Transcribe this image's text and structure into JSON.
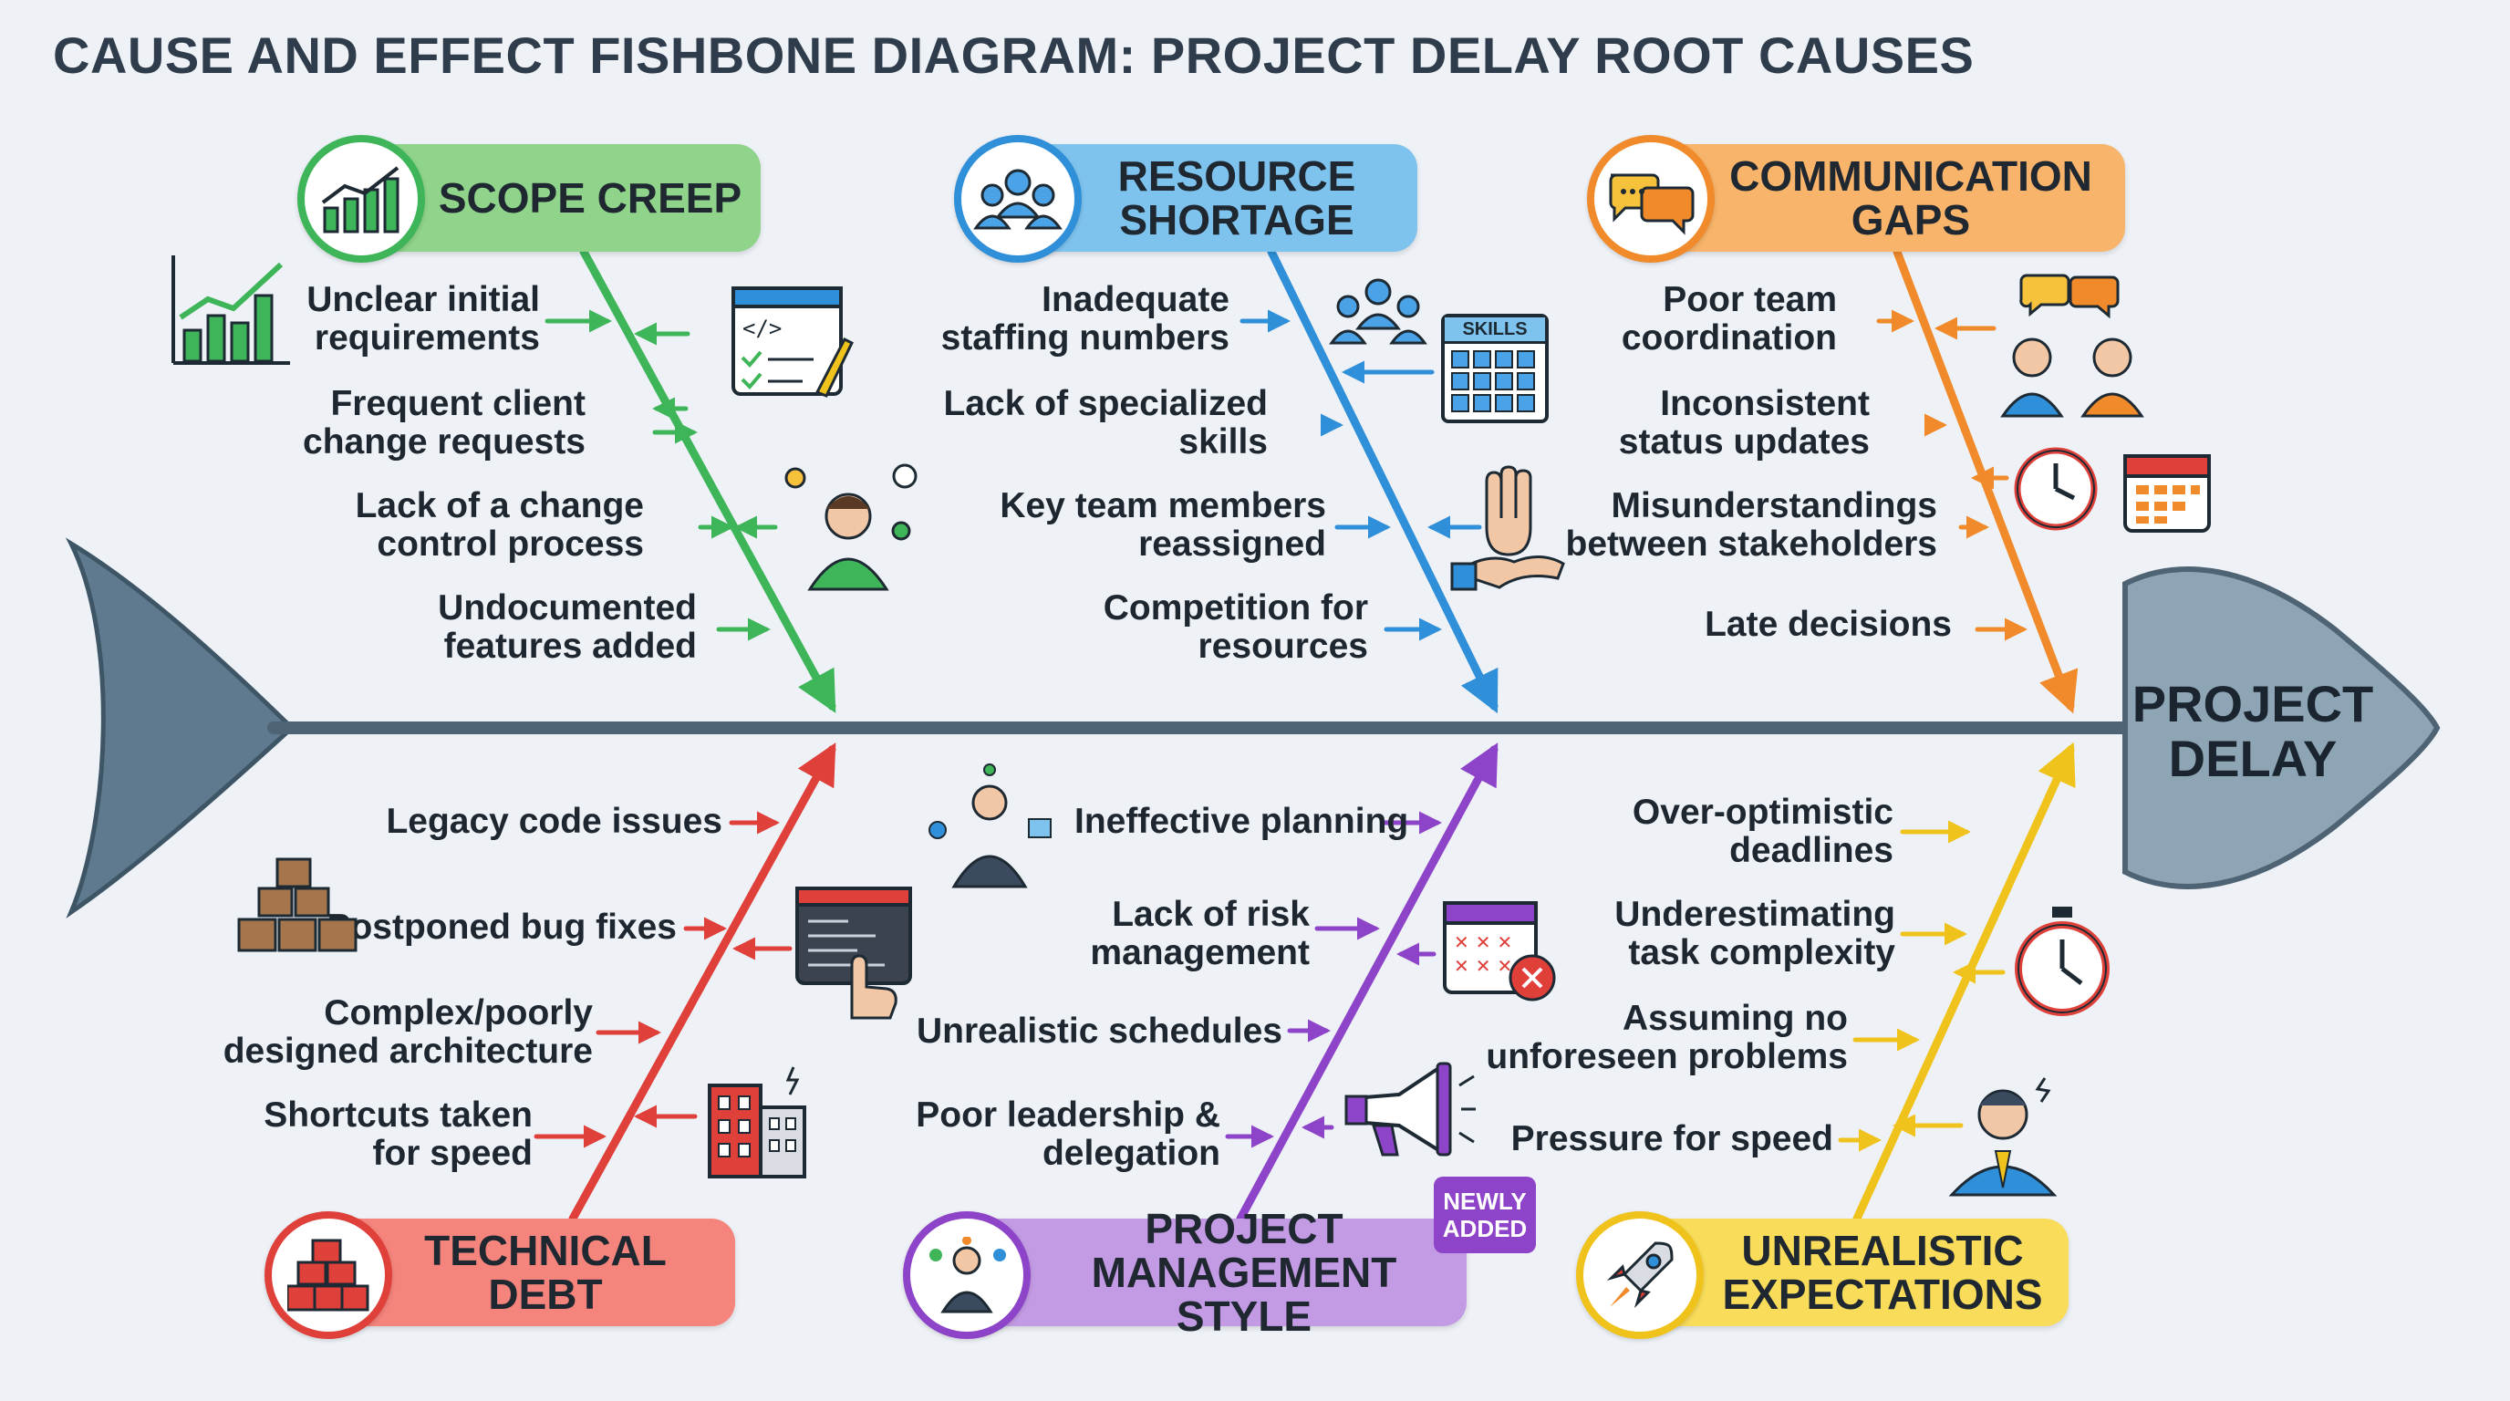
{
  "title": "CAUSE AND EFFECT FISHBONE DIAGRAM: PROJECT DELAY ROOT CAUSES",
  "effect": "PROJECT\nDELAY",
  "badge": "NEWLY\nADDED",
  "categories": [
    {
      "label": "SCOPE CREEP",
      "color": "#8fd48a",
      "bone": "#3fb55a",
      "icon": "growth-chart-icon",
      "causes": [
        "Unclear initial\nrequirements",
        "Frequent client\nchange requests",
        "Lack of a change\ncontrol process",
        "Undocumented\nfeatures added"
      ]
    },
    {
      "label": "RESOURCE\nSHORTAGE",
      "color": "#7ec3ee",
      "bone": "#2f8fd8",
      "icon": "team-icon",
      "causes": [
        "Inadequate\nstaffing numbers",
        "Lack of specialized\nskills",
        "Key team members\nreassigned",
        "Competition for\nresources"
      ]
    },
    {
      "label": "COMMUNICATION\nGAPS",
      "color": "#f7b46a",
      "bone": "#f08a2a",
      "icon": "chat-bubbles-icon",
      "causes": [
        "Poor team\ncoordination",
        "Inconsistent\nstatus updates",
        "Misunderstandings\nbetween stakeholders",
        "Late decisions"
      ]
    },
    {
      "label": "TECHNICAL\nDEBT",
      "color": "#f4847c",
      "bone": "#e0403a",
      "icon": "stacked-boxes-icon",
      "causes": [
        "Legacy code issues",
        "Postponed bug fixes",
        "Complex/poorly\ndesigned architecture",
        "Shortcuts taken\nfor speed"
      ]
    },
    {
      "label": "PROJECT\nMANAGEMENT STYLE",
      "color": "#c39be4",
      "bone": "#8e44c8",
      "icon": "manager-icon",
      "causes": [
        "Ineffective planning",
        "Lack of risk\nmanagement",
        "Unrealistic schedules",
        "Poor leadership &\ndelegation"
      ]
    },
    {
      "label": "UNREALISTIC\nEXPECTATIONS",
      "color": "#f8dc5a",
      "bone": "#f0c21c",
      "icon": "rocket-icon",
      "causes": [
        "Over-optimistic\ndeadlines",
        "Underestimating\ntask complexity",
        "Assuming no\nunforeseen problems",
        "Pressure for speed"
      ]
    }
  ],
  "icon_labels": {
    "skills_grid": "SKILLS"
  },
  "colors": {
    "spine": "#4e6374",
    "head": "#8ea5b5",
    "tail": "#5f7a8e",
    "background": "#eef2f7"
  }
}
